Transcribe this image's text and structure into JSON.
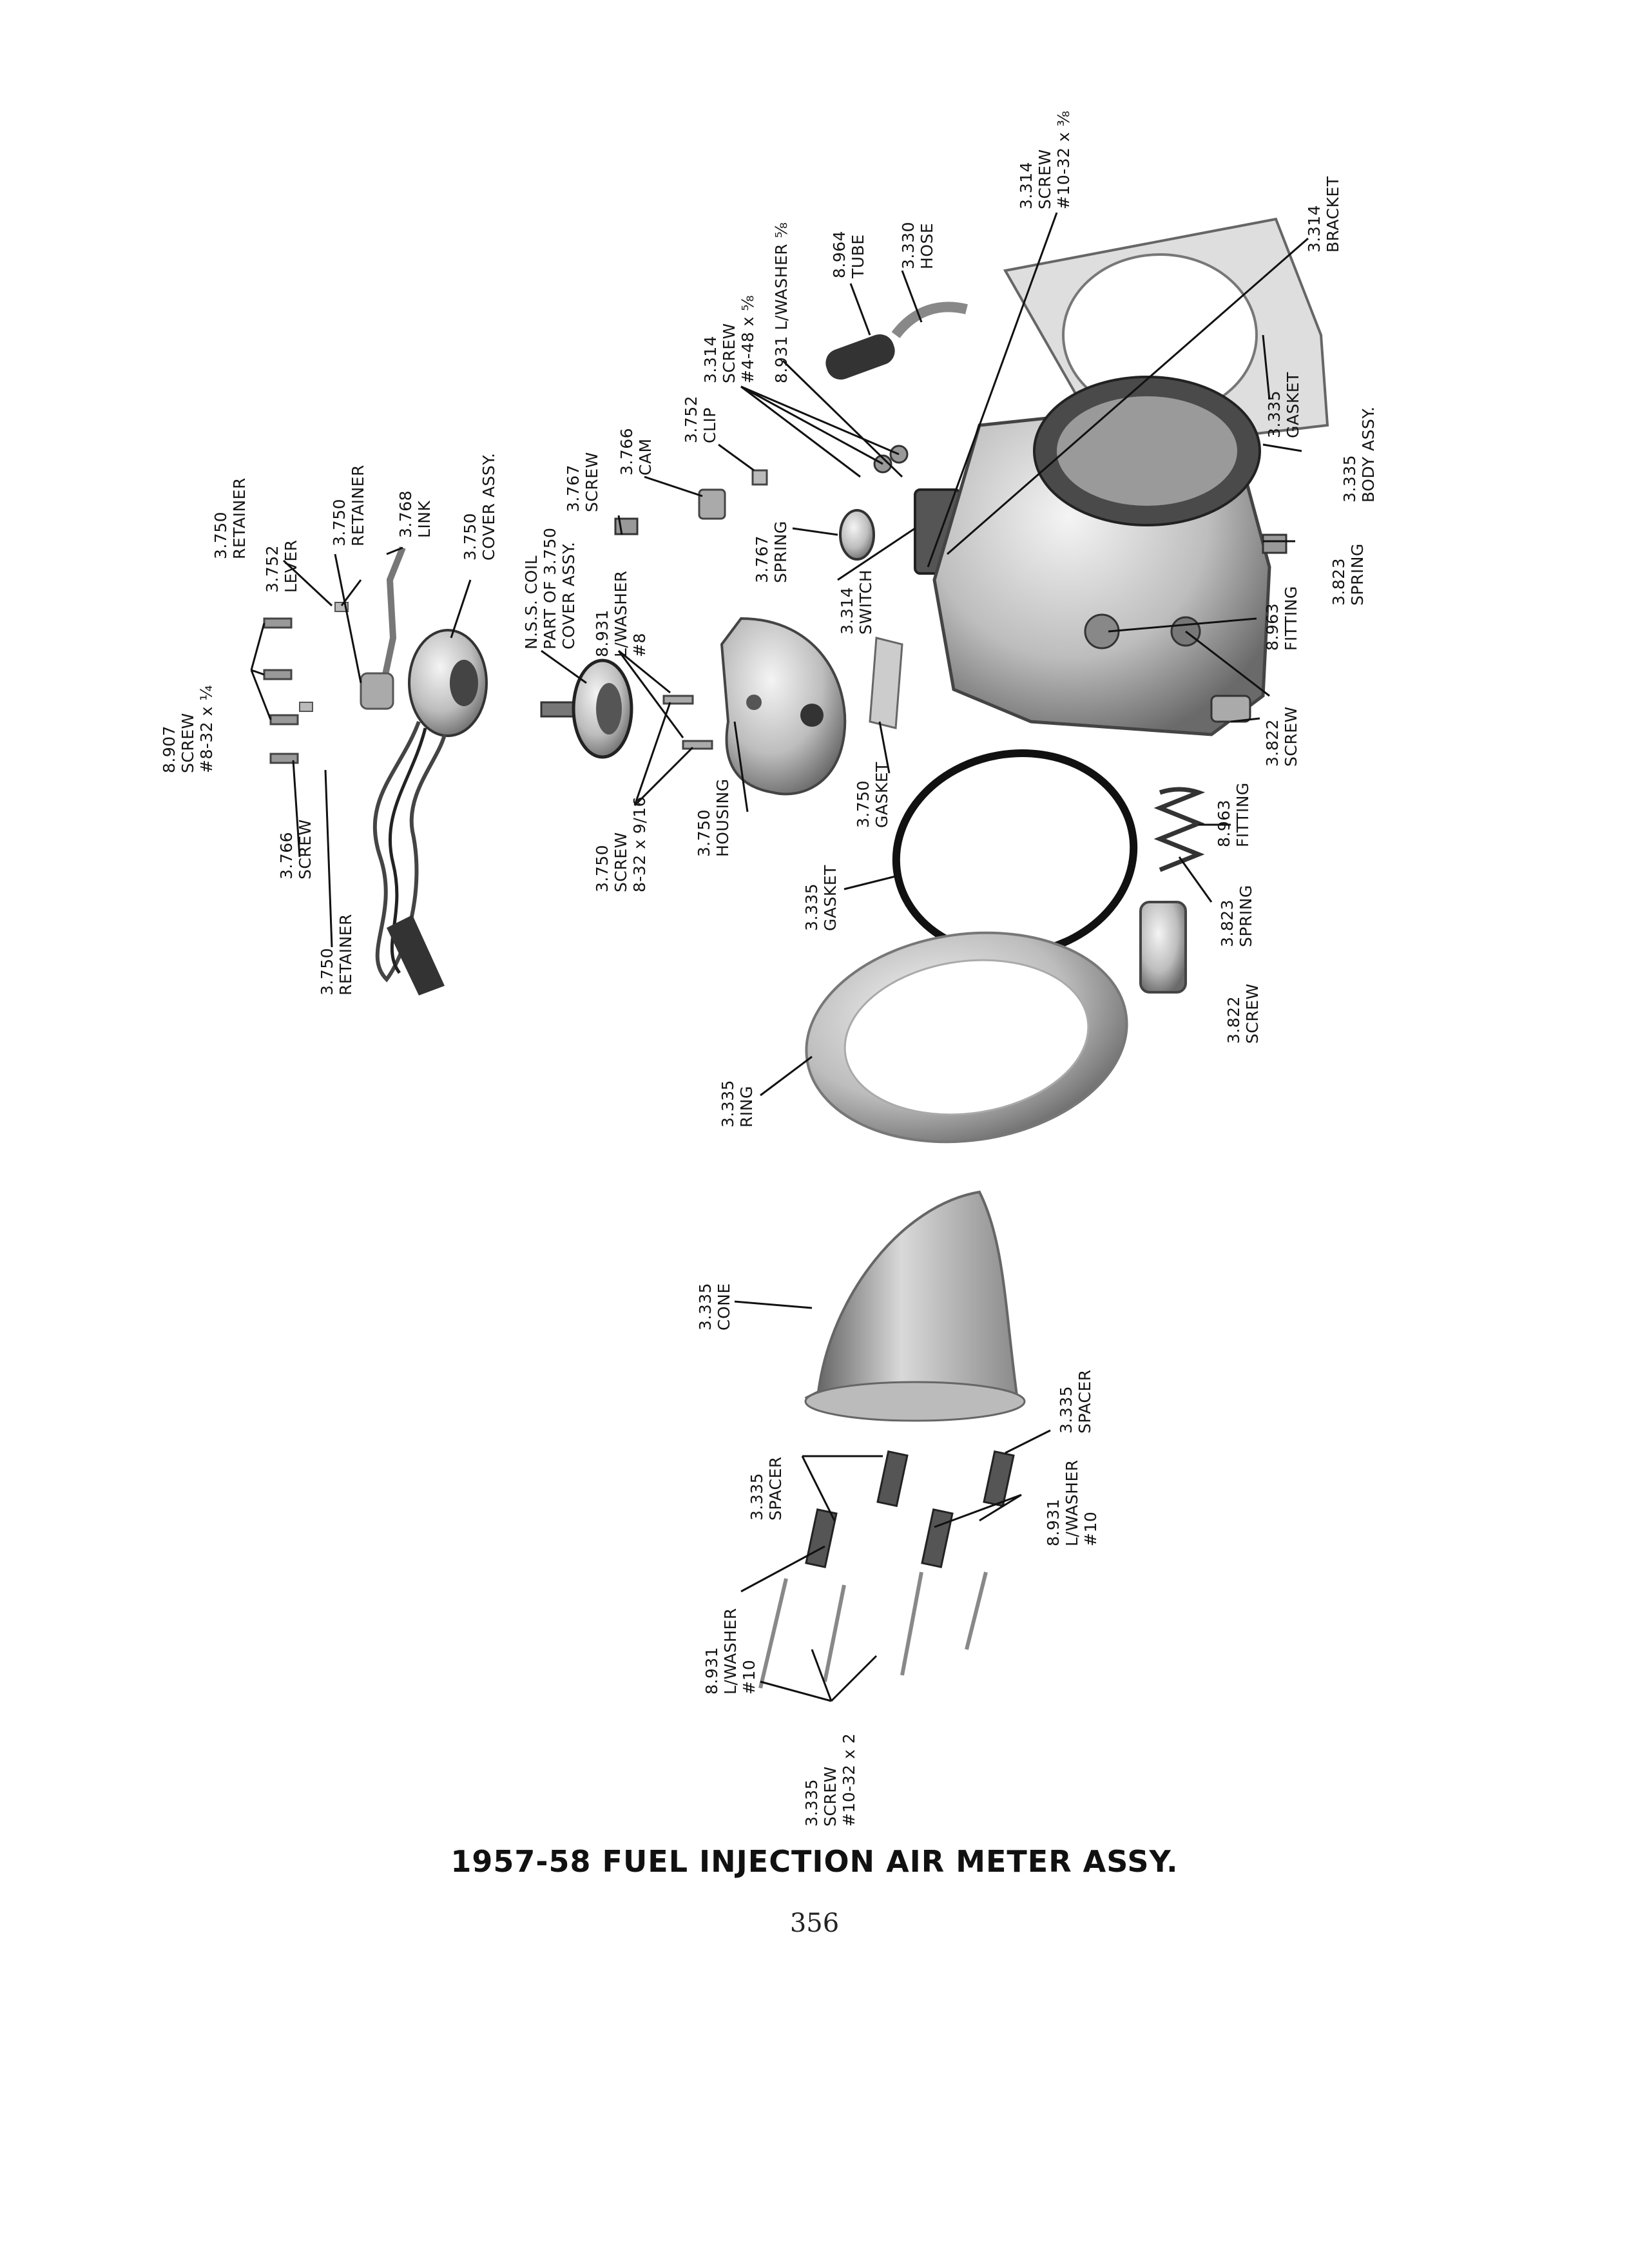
{
  "caption": "1957-58 FUEL INJECTION AIR METER ASSY.",
  "page_number": "356",
  "callouts": {
    "c8907_screw": "8.907\nSCREW\n#8-32 x ¼",
    "c3750_retainer_a": "3.750\nRETAINER",
    "c3752_lever": "3.752\nLEVER",
    "c3750_retainer_b": "3.750\nRETAINER",
    "c3768_link": "3.768\nLINK",
    "c3750_cover": "3.750\nCOVER ASSY.",
    "c3766_screw": "3.766\nSCREW",
    "c3750_retainer_c": "3.750\nRETAINER",
    "c_nss_coil": "N.S.S. COIL\nPART OF 3.750\nCOVER ASSY.",
    "c8931_lwasher8": "8.931\nL/WASHER\n#8",
    "c3767_screw": "3.767\nSCREW",
    "c3766_cam": "3.766\nCAM",
    "c3752_clip": "3.752\nCLIP",
    "c3750_screw": "3.750\nSCREW\n8-32 x 9/16",
    "c3750_housing": "3.750\nHOUSING",
    "c3767_spring": "3.767\nSPRING",
    "c3314_switch": "3.314\nSWITCH",
    "c3750_gasket": "3.750\nGASKET",
    "c3314_screw_448": "3.314\nSCREW\n#4-48 x ⅝",
    "c8931_lwasher58": "8.931 L/WASHER ⅝",
    "c8964_tube": "8.964\nTUBE",
    "c3330_hose": "3.330\nHOSE",
    "c3314_screw_1032": "3.314\nSCREW\n#10-32 x ⅜",
    "c3314_bracket": "3.314\nBRACKET",
    "c3335_gasket_a": "3.335\nGASKET",
    "c3335_body": "3.335\nBODY ASSY.",
    "c3823_spring_a": "3.823\nSPRING",
    "c8963_fitting_a": "8.963\nFITTING",
    "c3822_screw_a": "3.822\nSCREW",
    "c8963_fitting_b": "8.963\nFITTING",
    "c3823_spring_b": "3.823\nSPRING",
    "c3822_screw_b": "3.822\nSCREW",
    "c3335_gasket_b": "3.335\nGASKET",
    "c3335_ring": "3.335\nRING",
    "c3335_cone": "3.335\nCONE",
    "c3335_spacer_a": "3.335\nSPACER",
    "c3335_spacer_b": "3.335\nSPACER",
    "c8931_lwasher10_a": "8.931\nL/WASHER\n#10",
    "c8931_lwasher10_b": "8.931\nL/WASHER\n#10",
    "c3335_screw_long": "3.335\nSCREW\n#10-32 x 2"
  }
}
